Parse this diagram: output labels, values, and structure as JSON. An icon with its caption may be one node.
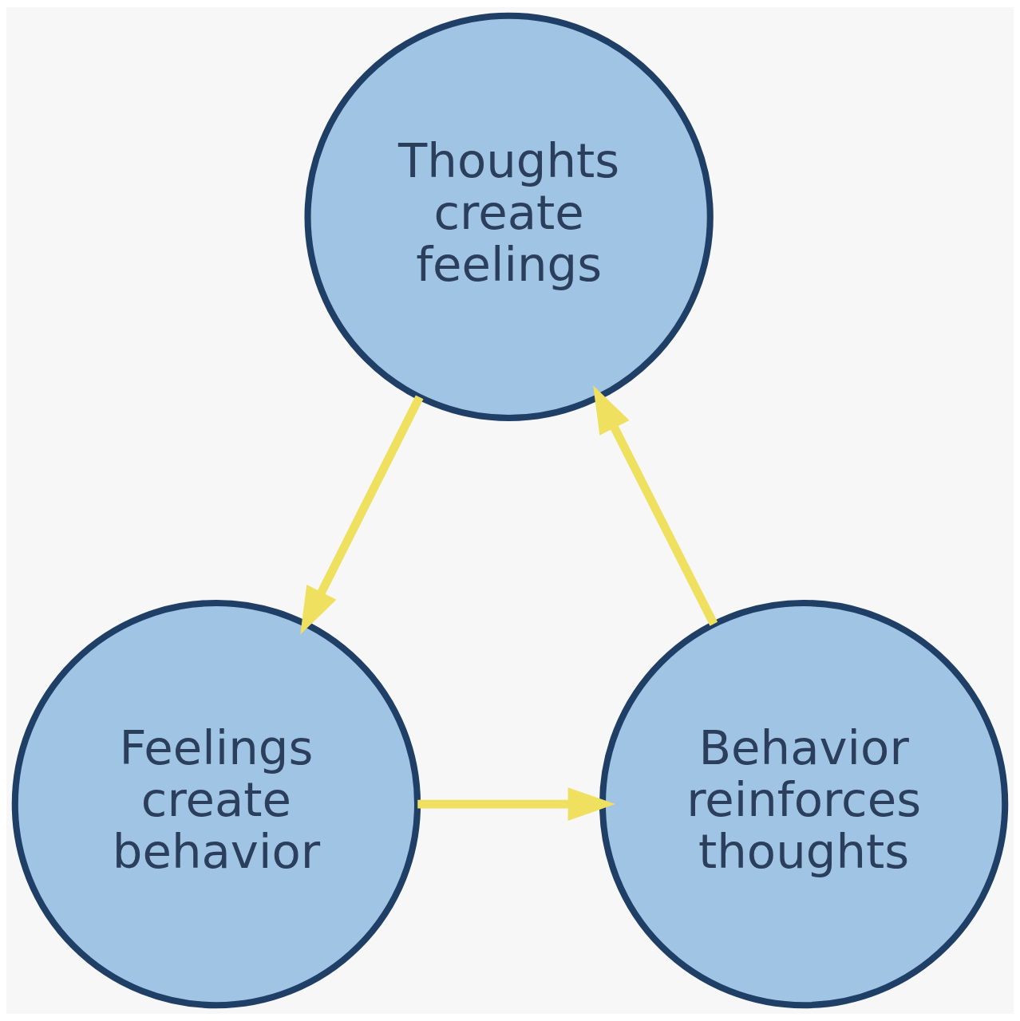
{
  "diagram": {
    "nodes": [
      {
        "text": [
          "Thoughts create feelings"
        ]
      },
      {
        "text": [
          "Feelings create behavior"
        ]
      },
      {
        "text": [
          "Behavior reinforces thoughts"
        ]
      }
    ],
    "edges": [
      {
        "from": 0,
        "to": 1,
        "arrow": "to"
      },
      {
        "from": 1,
        "to": 2,
        "arrow": "to"
      },
      {
        "from": 2,
        "to": 0,
        "arrow": "to"
      }
    ]
  }
}
